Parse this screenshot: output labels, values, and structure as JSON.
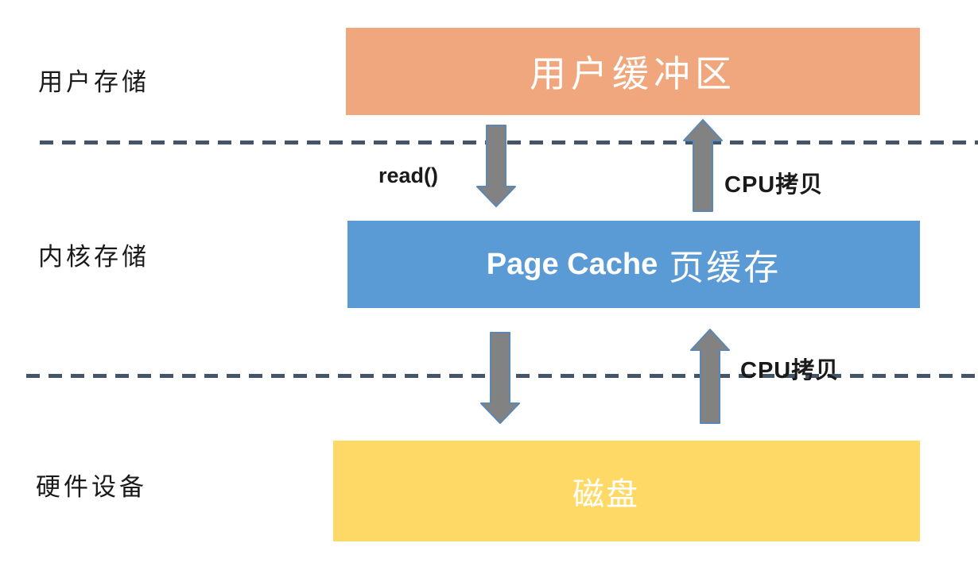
{
  "layer_labels": {
    "user": "用户存储",
    "kernel": "内核存储",
    "hardware": "硬件设备"
  },
  "boxes": {
    "user_buffer": {
      "label": "用户缓冲区"
    },
    "page_cache": {
      "label_en": "Page Cache",
      "label_zh": "页缓存"
    },
    "disk": {
      "label": "磁盘"
    }
  },
  "arrow_labels": {
    "read_call": "read()",
    "cpu_copy_top": "CPU拷贝",
    "cpu_copy_bottom": "CPU拷贝"
  },
  "icons": {
    "arrow_read_down": "down-arrow-icon",
    "arrow_cpu_up_1": "up-arrow-icon",
    "arrow_disk_down": "down-arrow-icon",
    "arrow_cpu_up_2": "up-arrow-icon"
  },
  "styles": {
    "background": "#ffffff",
    "user_buffer_fill": "#f1a77e",
    "page_cache_fill": "#5b9bd5",
    "disk_fill": "#ffd966",
    "arrow_fill": "#828282",
    "arrow_border": "#5b88b3",
    "dash_color": "#44546a",
    "box_text_color": "#ffffff",
    "label_text_color": "#1a1a1a"
  }
}
